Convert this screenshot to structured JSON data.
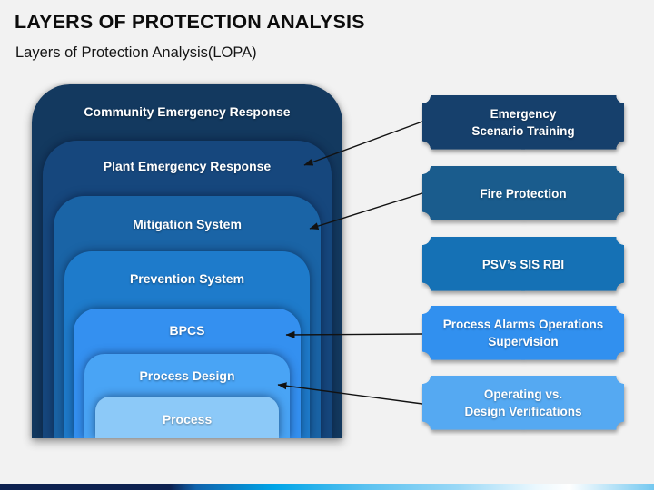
{
  "slide": {
    "title": "LAYERS OF PROTECTION ANALYSIS",
    "subtitle": "Layers of Protection Analysis(LOPA)",
    "background_color": "#F2F2F2"
  },
  "pyramid": {
    "layers": [
      {
        "label": "Community Emergency Response",
        "color": "#13395F"
      },
      {
        "label": "Plant Emergency Response",
        "color": "#16477D"
      },
      {
        "label": "Mitigation System",
        "color": "#1A64A6"
      },
      {
        "label": "Prevention System",
        "color": "#1E7BCB"
      },
      {
        "label": "BPCS",
        "color": "#3490F0"
      },
      {
        "label": "Process Design",
        "color": "#49A4F5"
      },
      {
        "label": "Process",
        "color": "#8CC9F8"
      }
    ]
  },
  "callouts": [
    {
      "label": "Emergency\nScenario Training",
      "color": "#16406C",
      "connects_to": "Plant Emergency Response"
    },
    {
      "label": "Fire Protection",
      "color": "#1A5C8D",
      "connects_to": "Mitigation System"
    },
    {
      "label": "PSV’s SIS RBI",
      "color": "#1571B5",
      "connects_to": ""
    },
    {
      "label": "Process Alarms Operations\nSupervision",
      "color": "#3190EF",
      "connects_to": "BPCS"
    },
    {
      "label": "Operating vs.\nDesign Verifications",
      "color": "#55A9F2",
      "connects_to": "Process Design"
    }
  ],
  "footer": {
    "bar_colors": [
      "#0D2150",
      "#1063AC",
      "#00A5E7",
      "#5BC2F0",
      "#9AD8F6",
      "#EBF8FE",
      "#FFFFFF",
      "#74C8F0"
    ],
    "bar_gradient": "linear-gradient(90deg, #0D2150 0%, #0D2150 26%, #1063AC 30%, #00A5E7 42%, #5BC2F0 56%, #9AD8F6 70%, #EBF8FE 82%, #FFFFFF 87%, #74C8F0 100%)"
  }
}
